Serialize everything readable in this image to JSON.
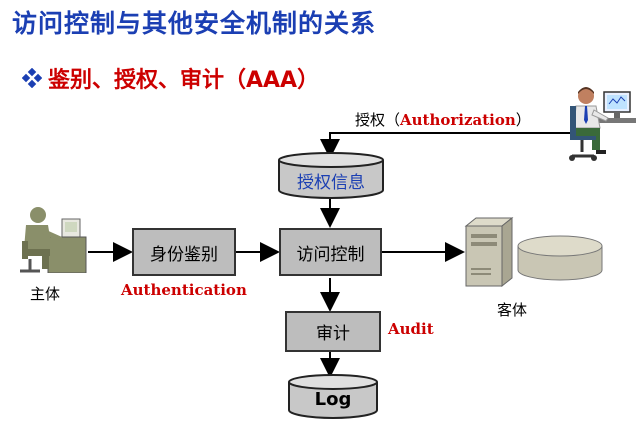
{
  "title": "访问控制与其他安全机制的关系",
  "bullet": "鉴别、授权、审计（AAA）",
  "authorization": {
    "prefix": "授权（",
    "term": "Authorization",
    "suffix": "）"
  },
  "nodes": {
    "auth_info": "授权信息",
    "identification": "身份鉴别",
    "access_control": "访问控制",
    "audit": "审计",
    "log": "Log"
  },
  "labels": {
    "subject": "主体",
    "object": "客体",
    "authentication": "Authentication",
    "audit_en": "Audit"
  },
  "colors": {
    "title": "#1b3fb3",
    "accent_red": "#cc0000",
    "box_fill": "#bdbdbd",
    "cylinder_fill": "#c8c8c8"
  }
}
